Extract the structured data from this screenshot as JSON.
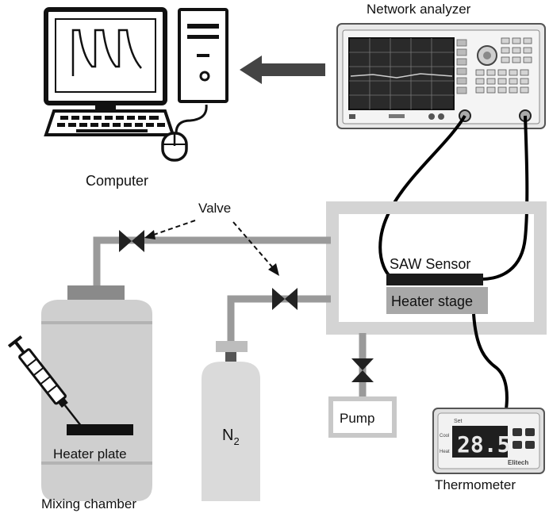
{
  "labels": {
    "network_analyzer": "Network analyzer",
    "computer": "Computer",
    "valve": "Valve",
    "saw_sensor": "SAW Sensor",
    "heater_stage": "Heater stage",
    "pump": "Pump",
    "n2_base": "N",
    "n2_sub": "2",
    "heater_plate": "Heater plate",
    "mixing_chamber": "Mixing chamber",
    "thermometer": "Thermometer"
  },
  "thermometer_display": {
    "reading": "28.5",
    "brand": "Elitech",
    "top_label": "Set",
    "cool_label": "Cool",
    "heat_label": "Heat"
  },
  "colors": {
    "pipe": "#9a9a9a",
    "chamber": "#cfcfcf",
    "tank": "#dadada",
    "valve": "#222222",
    "stage": "#a8a8a8",
    "sensor": "#1a1a1a",
    "arrow": "#444444"
  },
  "icons": [
    "monitor-icon",
    "tower-icon",
    "keyboard-icon",
    "mouse-icon",
    "syringe-icon",
    "valve-icon"
  ]
}
